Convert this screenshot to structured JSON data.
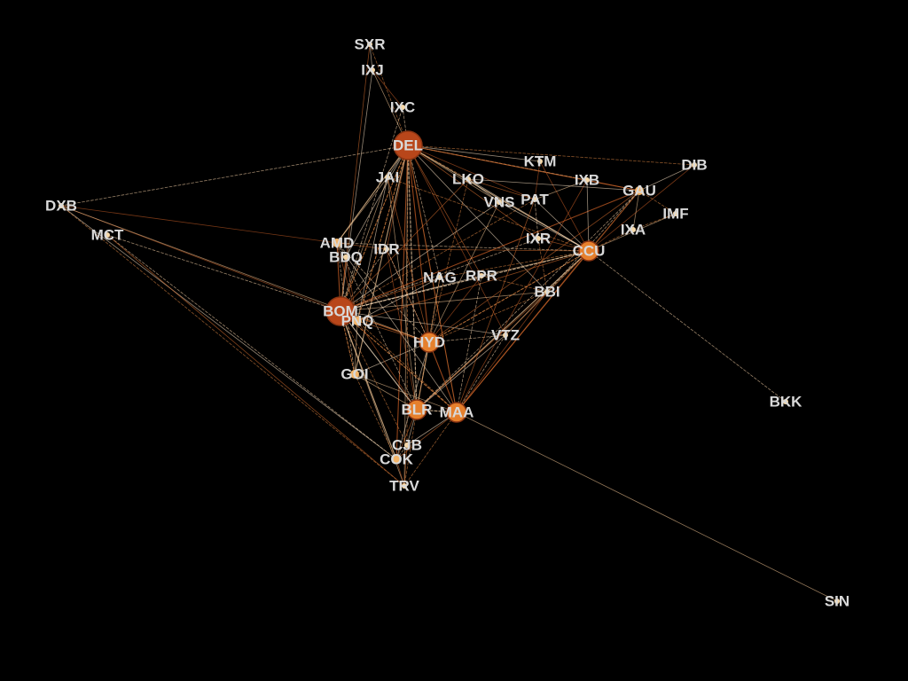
{
  "colors": {
    "background": "#000000",
    "label": "#d9d9d9",
    "edge_dark": "#b8541e",
    "edge_light": "#fbe3c4"
  },
  "network": {
    "nodes": [
      {
        "id": "SXR",
        "label": "SXR",
        "weight": 1
      },
      {
        "id": "IXJ",
        "label": "IXJ",
        "weight": 1
      },
      {
        "id": "IXC",
        "label": "IXC",
        "weight": 1
      },
      {
        "id": "DEL",
        "label": "DEL",
        "weight": 5
      },
      {
        "id": "KTM",
        "label": "KTM",
        "weight": 1
      },
      {
        "id": "DIB",
        "label": "DIB",
        "weight": 1
      },
      {
        "id": "JAI",
        "label": "JAI",
        "weight": 1
      },
      {
        "id": "LKO",
        "label": "LKO",
        "weight": 1
      },
      {
        "id": "IXB",
        "label": "IXB",
        "weight": 1
      },
      {
        "id": "GAU",
        "label": "GAU",
        "weight": 2
      },
      {
        "id": "VNS",
        "label": "VNS",
        "weight": 1
      },
      {
        "id": "PAT",
        "label": "PAT",
        "weight": 1
      },
      {
        "id": "IMF",
        "label": "IMF",
        "weight": 1
      },
      {
        "id": "DXB",
        "label": "DXB",
        "weight": 1
      },
      {
        "id": "IXA",
        "label": "IXA",
        "weight": 1
      },
      {
        "id": "MCT",
        "label": "MCT",
        "weight": 1
      },
      {
        "id": "AMD",
        "label": "AMD",
        "weight": 2
      },
      {
        "id": "IXR",
        "label": "IXR",
        "weight": 1
      },
      {
        "id": "IDR",
        "label": "IDR",
        "weight": 1
      },
      {
        "id": "CCU",
        "label": "CCU",
        "weight": 4
      },
      {
        "id": "BDQ",
        "label": "BDQ",
        "weight": 1
      },
      {
        "id": "NAG",
        "label": "NAG",
        "weight": 1
      },
      {
        "id": "RPR",
        "label": "RPR",
        "weight": 1
      },
      {
        "id": "BBI",
        "label": "BBI",
        "weight": 1
      },
      {
        "id": "BOM",
        "label": "BOM",
        "weight": 5
      },
      {
        "id": "PNQ",
        "label": "PNQ",
        "weight": 2
      },
      {
        "id": "HYD",
        "label": "HYD",
        "weight": 4
      },
      {
        "id": "VTZ",
        "label": "VTZ",
        "weight": 1
      },
      {
        "id": "GOI",
        "label": "GOI",
        "weight": 2
      },
      {
        "id": "BKK",
        "label": "BKK",
        "weight": 1
      },
      {
        "id": "BLR",
        "label": "BLR",
        "weight": 4
      },
      {
        "id": "MAA",
        "label": "MAA",
        "weight": 4
      },
      {
        "id": "CJB",
        "label": "CJB",
        "weight": 1
      },
      {
        "id": "COK",
        "label": "COK",
        "weight": 2
      },
      {
        "id": "TRV",
        "label": "TRV",
        "weight": 1
      },
      {
        "id": "SIN",
        "label": "SIN",
        "weight": 1
      }
    ],
    "edges": [
      [
        "SXR",
        "IXJ"
      ],
      [
        "SXR",
        "DEL"
      ],
      [
        "IXJ",
        "DEL"
      ],
      [
        "IXJ",
        "IXC"
      ],
      [
        "IXC",
        "DEL"
      ],
      [
        "SXR",
        "BOM"
      ],
      [
        "IXJ",
        "BOM"
      ],
      [
        "DEL",
        "BOM"
      ],
      [
        "DEL",
        "CCU"
      ],
      [
        "DEL",
        "HYD"
      ],
      [
        "DEL",
        "BLR"
      ],
      [
        "DEL",
        "MAA"
      ],
      [
        "DEL",
        "JAI"
      ],
      [
        "DEL",
        "LKO"
      ],
      [
        "DEL",
        "VNS"
      ],
      [
        "DEL",
        "PAT"
      ],
      [
        "DEL",
        "IXB"
      ],
      [
        "DEL",
        "GAU"
      ],
      [
        "DEL",
        "KTM"
      ],
      [
        "DEL",
        "DIB"
      ],
      [
        "DEL",
        "AMD"
      ],
      [
        "DEL",
        "IDR"
      ],
      [
        "DEL",
        "NAG"
      ],
      [
        "DEL",
        "RPR"
      ],
      [
        "DEL",
        "BBI"
      ],
      [
        "DEL",
        "PNQ"
      ],
      [
        "DEL",
        "GOI"
      ],
      [
        "DEL",
        "COK"
      ],
      [
        "DEL",
        "DXB"
      ],
      [
        "DEL",
        "IXR"
      ],
      [
        "DEL",
        "BDQ"
      ],
      [
        "DEL",
        "CJB"
      ],
      [
        "DEL",
        "TRV"
      ],
      [
        "DEL",
        "VTZ"
      ],
      [
        "BOM",
        "CCU"
      ],
      [
        "BOM",
        "HYD"
      ],
      [
        "BOM",
        "BLR"
      ],
      [
        "BOM",
        "MAA"
      ],
      [
        "BOM",
        "JAI"
      ],
      [
        "BOM",
        "AMD"
      ],
      [
        "BOM",
        "IDR"
      ],
      [
        "BOM",
        "NAG"
      ],
      [
        "BOM",
        "RPR"
      ],
      [
        "BOM",
        "GOI"
      ],
      [
        "BOM",
        "COK"
      ],
      [
        "BOM",
        "DXB"
      ],
      [
        "BOM",
        "MCT"
      ],
      [
        "BOM",
        "LKO"
      ],
      [
        "BOM",
        "VNS"
      ],
      [
        "BOM",
        "PAT"
      ],
      [
        "BOM",
        "BBI"
      ],
      [
        "BOM",
        "GAU"
      ],
      [
        "BOM",
        "IXC"
      ],
      [
        "BOM",
        "BDQ"
      ],
      [
        "BOM",
        "VTZ"
      ],
      [
        "BOM",
        "CJB"
      ],
      [
        "BOM",
        "TRV"
      ],
      [
        "BOM",
        "PNQ"
      ],
      [
        "BOM",
        "IXR"
      ],
      [
        "CCU",
        "GAU"
      ],
      [
        "CCU",
        "IXB"
      ],
      [
        "CCU",
        "IXA"
      ],
      [
        "CCU",
        "IMF"
      ],
      [
        "CCU",
        "DIB"
      ],
      [
        "CCU",
        "BBI"
      ],
      [
        "CCU",
        "IXR"
      ],
      [
        "CCU",
        "PAT"
      ],
      [
        "CCU",
        "HYD"
      ],
      [
        "CCU",
        "BLR"
      ],
      [
        "CCU",
        "MAA"
      ],
      [
        "CCU",
        "BKK"
      ],
      [
        "CCU",
        "VTZ"
      ],
      [
        "CCU",
        "LKO"
      ],
      [
        "CCU",
        "NAG"
      ],
      [
        "CCU",
        "RPR"
      ],
      [
        "CCU",
        "KTM"
      ],
      [
        "CCU",
        "AMD"
      ],
      [
        "CCU",
        "PNQ"
      ],
      [
        "CCU",
        "VNS"
      ],
      [
        "CCU",
        "JAI"
      ],
      [
        "HYD",
        "BLR"
      ],
      [
        "HYD",
        "MAA"
      ],
      [
        "HYD",
        "VTZ"
      ],
      [
        "HYD",
        "PNQ"
      ],
      [
        "HYD",
        "GOI"
      ],
      [
        "HYD",
        "BBI"
      ],
      [
        "HYD",
        "NAG"
      ],
      [
        "HYD",
        "RPR"
      ],
      [
        "HYD",
        "AMD"
      ],
      [
        "HYD",
        "JAI"
      ],
      [
        "HYD",
        "COK"
      ],
      [
        "HYD",
        "LKO"
      ],
      [
        "HYD",
        "VNS"
      ],
      [
        "HYD",
        "IDR"
      ],
      [
        "BLR",
        "MAA"
      ],
      [
        "BLR",
        "COK"
      ],
      [
        "BLR",
        "CJB"
      ],
      [
        "BLR",
        "TRV"
      ],
      [
        "BLR",
        "GOI"
      ],
      [
        "BLR",
        "PNQ"
      ],
      [
        "BLR",
        "AMD"
      ],
      [
        "BLR",
        "BBI"
      ],
      [
        "BLR",
        "VTZ"
      ],
      [
        "BLR",
        "NAG"
      ],
      [
        "BLR",
        "JAI"
      ],
      [
        "BLR",
        "IDR"
      ],
      [
        "BLR",
        "GAU"
      ],
      [
        "MAA",
        "COK"
      ],
      [
        "MAA",
        "CJB"
      ],
      [
        "MAA",
        "TRV"
      ],
      [
        "MAA",
        "SIN"
      ],
      [
        "MAA",
        "BBI"
      ],
      [
        "MAA",
        "VTZ"
      ],
      [
        "MAA",
        "GAU"
      ],
      [
        "MAA",
        "AMD"
      ],
      [
        "MAA",
        "PNQ"
      ],
      [
        "MAA",
        "GOI"
      ],
      [
        "MAA",
        "IXB"
      ],
      [
        "MAA",
        "RPR"
      ],
      [
        "MAA",
        "PAT"
      ],
      [
        "DXB",
        "COK"
      ],
      [
        "DXB",
        "TRV"
      ],
      [
        "DXB",
        "HYD"
      ],
      [
        "DXB",
        "AMD"
      ],
      [
        "MCT",
        "COK"
      ],
      [
        "MCT",
        "TRV"
      ],
      [
        "GAU",
        "DIB"
      ],
      [
        "GAU",
        "IMF"
      ],
      [
        "GAU",
        "IXA"
      ],
      [
        "GAU",
        "IXB"
      ],
      [
        "GAU",
        "BBI"
      ],
      [
        "GAU",
        "HYD"
      ],
      [
        "GAU",
        "LKO"
      ],
      [
        "IXA",
        "IMF"
      ],
      [
        "IXB",
        "PAT"
      ],
      [
        "KTM",
        "PAT"
      ],
      [
        "PAT",
        "IXR"
      ],
      [
        "LKO",
        "PAT"
      ],
      [
        "LKO",
        "VNS"
      ],
      [
        "IXR",
        "BBI"
      ],
      [
        "AMD",
        "JAI"
      ],
      [
        "AMD",
        "PNQ"
      ],
      [
        "AMD",
        "GOI"
      ],
      [
        "AMD",
        "IDR"
      ],
      [
        "JAI",
        "PNQ"
      ],
      [
        "GOI",
        "COK"
      ],
      [
        "GOI",
        "PNQ"
      ],
      [
        "COK",
        "TRV"
      ],
      [
        "COK",
        "CJB"
      ],
      [
        "CJB",
        "TRV"
      ],
      [
        "NAG",
        "PNQ"
      ],
      [
        "RPR",
        "BBI"
      ],
      [
        "VTZ",
        "BBI"
      ],
      [
        "BDQ",
        "PNQ"
      ],
      [
        "IDR",
        "HYD"
      ],
      [
        "IDR",
        "CCU"
      ]
    ]
  }
}
